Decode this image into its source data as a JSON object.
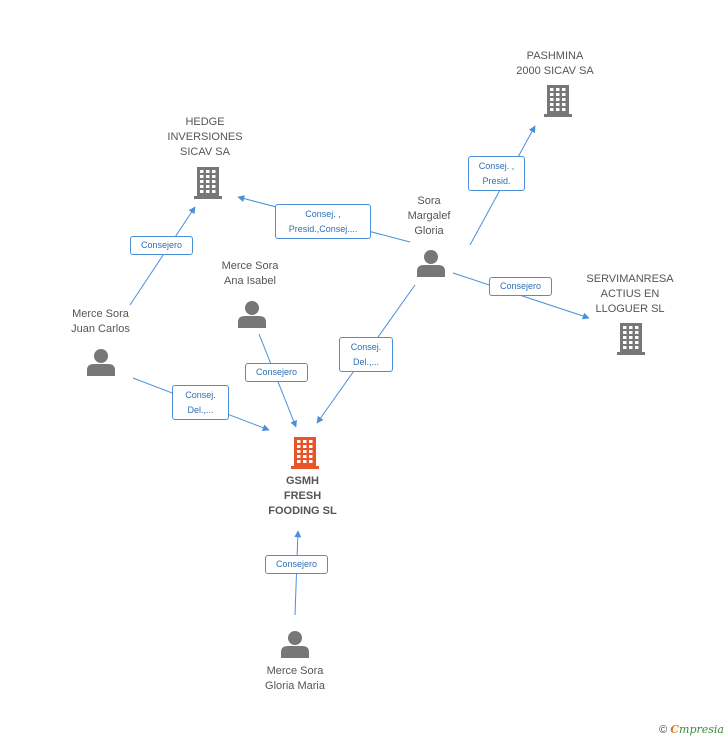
{
  "colors": {
    "company": "#777777",
    "main_company": "#e8542a",
    "person": "#777777",
    "edge": "#4a90d9"
  },
  "nodes": {
    "pashmina": {
      "label": "PASHMINA\n2000 SICAV SA",
      "type": "company"
    },
    "hedge": {
      "label": "HEDGE\nINVERSIONES\nSICAV SA",
      "type": "company"
    },
    "servimanresa": {
      "label": "SERVIMANRESA\nACTIUS EN\nLLOGUER SL",
      "type": "company"
    },
    "gsmh": {
      "label": "GSMH\nFRESH\nFOODING SL",
      "type": "main-company"
    },
    "sora_margalef": {
      "label": "Sora\nMargalef\nGloria",
      "type": "person"
    },
    "merce_ana": {
      "label": "Merce Sora\nAna Isabel",
      "type": "person"
    },
    "merce_juan": {
      "label": "Merce Sora\nJuan Carlos",
      "type": "person"
    },
    "merce_gloria": {
      "label": "Merce Sora\nGloria Maria",
      "type": "person"
    }
  },
  "edges": [
    {
      "id": "e1",
      "from": "sora_margalef",
      "to": "pashmina",
      "label": "Consej. ,\nPresid."
    },
    {
      "id": "e2",
      "from": "sora_margalef",
      "to": "hedge",
      "label": "Consej. ,\nPresid.,Consej...."
    },
    {
      "id": "e3",
      "from": "sora_margalef",
      "to": "servimanresa",
      "label": "Consejero"
    },
    {
      "id": "e4",
      "from": "sora_margalef",
      "to": "gsmh",
      "label": "Consej.\nDel.,..."
    },
    {
      "id": "e5",
      "from": "merce_juan",
      "to": "hedge",
      "label": "Consejero"
    },
    {
      "id": "e6",
      "from": "merce_juan",
      "to": "gsmh",
      "label": "Consej.\nDel.,..."
    },
    {
      "id": "e7",
      "from": "merce_ana",
      "to": "gsmh",
      "label": "Consejero"
    },
    {
      "id": "e8",
      "from": "merce_gloria",
      "to": "gsmh",
      "label": "Consejero"
    }
  ],
  "footer": {
    "copyright": "©",
    "brand_initial": "C",
    "brand_rest": "mpresia"
  }
}
